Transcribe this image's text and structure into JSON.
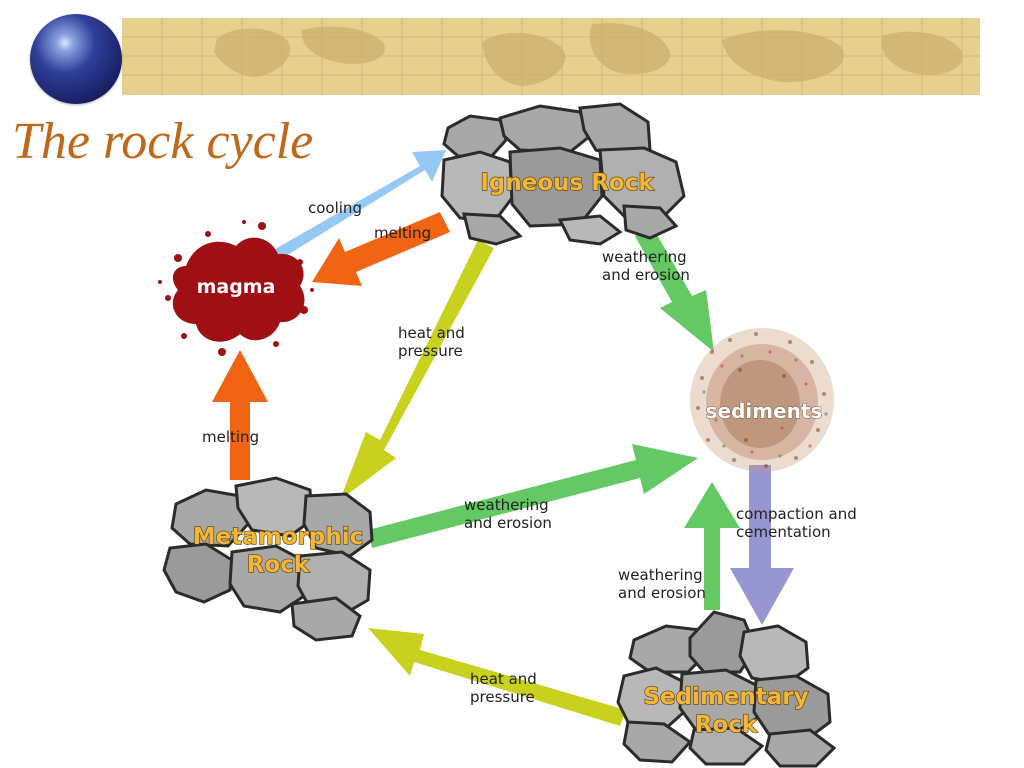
{
  "title": "The rock cycle",
  "nodes": {
    "igneous": "Igneous Rock",
    "magma": "magma",
    "sediments": "sediments",
    "metamorphic_line1": "Metamorphic",
    "metamorphic_line2": "Rock",
    "sedimentary_line1": "Sedimentary",
    "sedimentary_line2": "Rock"
  },
  "processes": {
    "cooling": "cooling",
    "melting_top": "melting",
    "melting_left": "melting",
    "heat_pressure_center_1": "heat and",
    "heat_pressure_center_2": "pressure",
    "weathering_top_1": "weathering",
    "weathering_top_2": "and erosion",
    "weathering_mid_1": "weathering",
    "weathering_mid_2": "and erosion",
    "weathering_bottom_1": "weathering",
    "weathering_bottom_2": "and erosion",
    "compaction_1": "compaction and",
    "compaction_2": "cementation",
    "heat_pressure_bottom_1": "heat and",
    "heat_pressure_bottom_2": "pressure"
  },
  "colors": {
    "title": "#c0681a",
    "cooling_arrow": "#96c8f5",
    "melting_arrow": "#f06414",
    "heat_pressure_arrow": "#c8d21e",
    "weathering_arrow": "#64c864",
    "compaction_arrow": "#9696d2",
    "magma": "#a00f14",
    "rock": "#a8a8a8"
  }
}
